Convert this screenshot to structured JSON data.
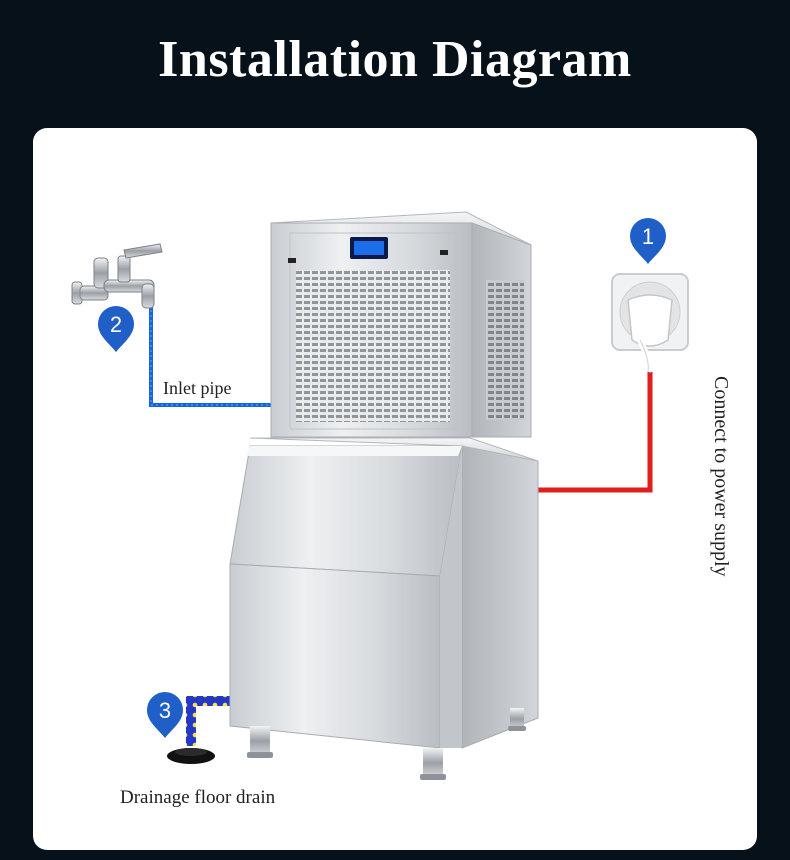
{
  "title": "Installation Diagram",
  "labels": {
    "inlet_pipe": "Inlet pipe",
    "power": "Connect to power supply",
    "drain": "Drainage floor drain"
  },
  "markers": [
    "1",
    "2",
    "3"
  ],
  "colors": {
    "background": "#06111a",
    "panel": "#ffffff",
    "water_line": "#1565e0",
    "power_line": "#e01e1e",
    "marker": "#1f5fc7"
  },
  "components": {
    "faucet": "faucet-icon",
    "socket": "power-socket-icon",
    "drain": "floor-drain-icon",
    "machine": "ice-machine"
  }
}
